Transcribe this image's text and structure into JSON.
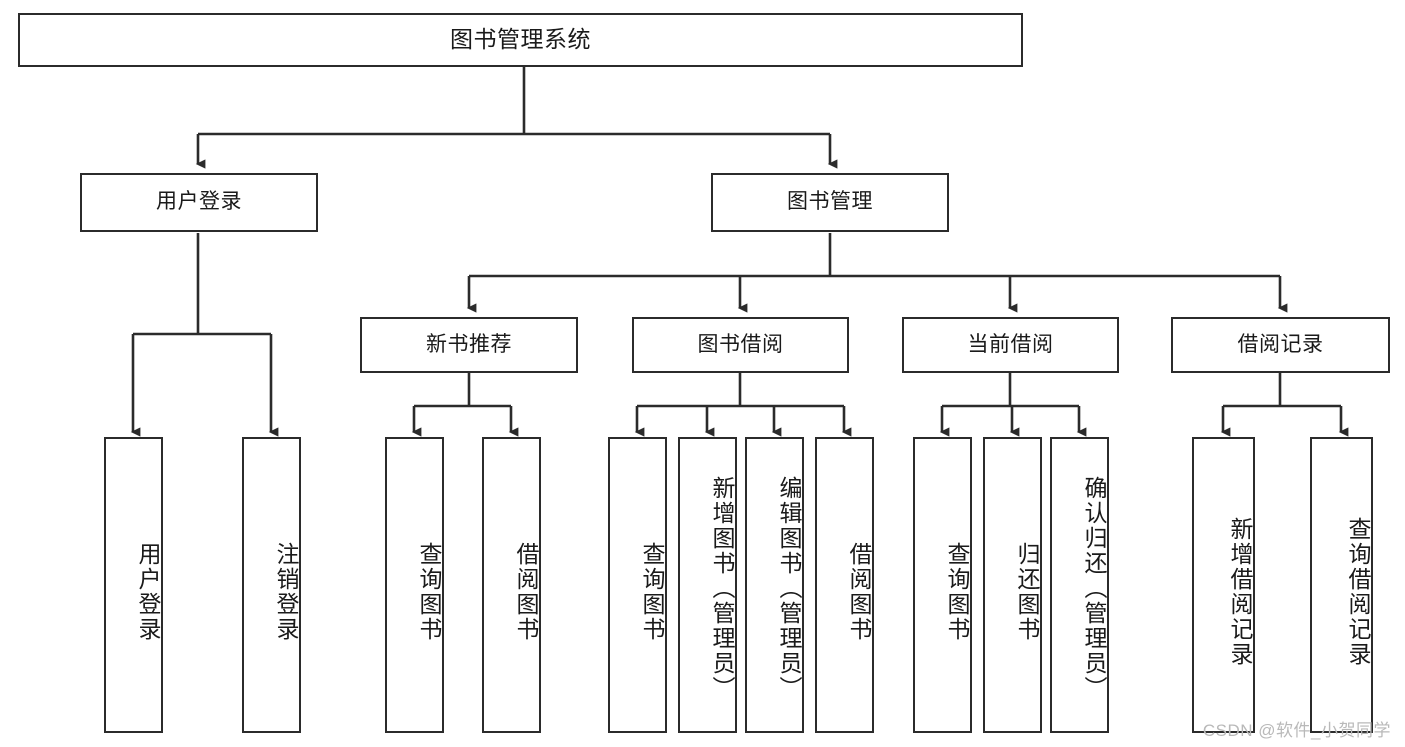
{
  "diagram": {
    "title": "图书管理系统",
    "type": "tree",
    "watermark": "CSDN @软件_小贺同学",
    "colors": {
      "border": "#2b2b2b",
      "background": "#ffffff",
      "text": "#1a1a1a",
      "watermark": "#b9b9b9"
    },
    "root": {
      "label": "图书管理系统"
    },
    "level2": [
      {
        "label": "用户登录"
      },
      {
        "label": "图书管理"
      }
    ],
    "level3": [
      {
        "label": "新书推荐"
      },
      {
        "label": "图书借阅"
      },
      {
        "label": "当前借阅"
      },
      {
        "label": "借阅记录"
      }
    ],
    "leaves": {
      "user_login": [
        {
          "label": "用户登录"
        },
        {
          "label": "注销登录"
        }
      ],
      "new_book_recommend": [
        {
          "label": "查询图书"
        },
        {
          "label": "借阅图书"
        }
      ],
      "book_borrow": [
        {
          "label": "查询图书"
        },
        {
          "label": "新增图书（管理员）"
        },
        {
          "label": "编辑图书（管理员）"
        },
        {
          "label": "借阅图书"
        }
      ],
      "current_borrow": [
        {
          "label": "查询图书"
        },
        {
          "label": "归还图书"
        },
        {
          "label": "确认归还（管理员）"
        }
      ],
      "borrow_record": [
        {
          "label": "新增借阅记录"
        },
        {
          "label": "查询借阅记录"
        }
      ]
    }
  }
}
